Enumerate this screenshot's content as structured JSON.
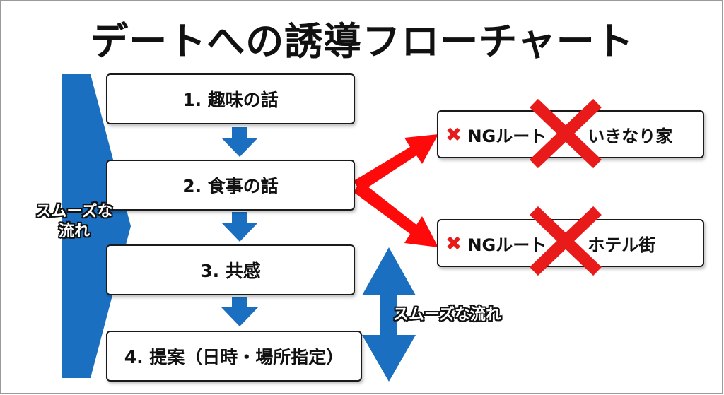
{
  "title": "デートへの誘導フローチャート",
  "steps": [
    {
      "label": "1. 趣味の話"
    },
    {
      "label": "2. 食事の話"
    },
    {
      "label": "3. 共感"
    },
    {
      "label": "4. 提案（日時・場所指定）"
    }
  ],
  "ng_routes": [
    {
      "mark": "✖",
      "prefix": "NGルート",
      "suffix": "いきなり家"
    },
    {
      "mark": "✖",
      "prefix": "NGルート",
      "suffix": "ホテル街"
    }
  ],
  "left_flow_label_line1": "スムーズな",
  "left_flow_label_line2": "流れ",
  "right_flow_label": "スムーズな流れ",
  "colors": {
    "blue_arrow": "#1a6fc0",
    "red_arrow": "#ff0a0a",
    "cross": "#e81a1a"
  }
}
